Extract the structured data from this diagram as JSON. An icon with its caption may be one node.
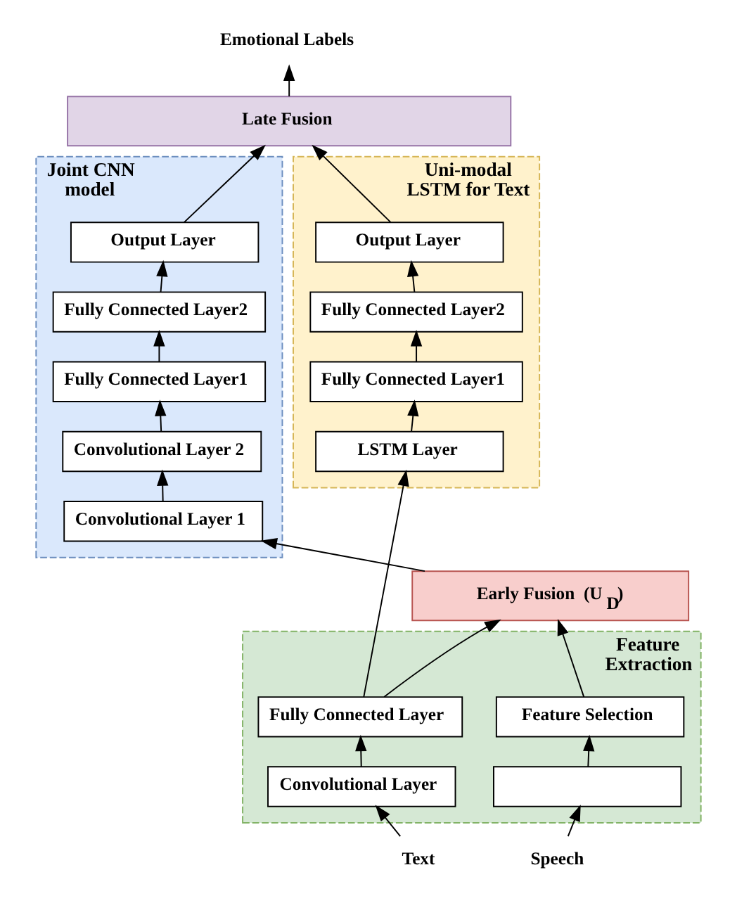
{
  "diagram": {
    "nodes": [
      {
        "text": [
          "Emotional Labels"
        ]
      },
      {
        "text": [
          "Late Fusion"
        ]
      },
      {
        "text": [
          "Uni-modal LSTM for Text"
        ]
      },
      {
        "text": [
          "Output Layer"
        ],
        "in": 2
      },
      {
        "text": [
          "Fully Connected Layer2"
        ],
        "in": 2
      },
      {
        "text": [
          "Fully Connected Layer1"
        ],
        "in": 2
      },
      {
        "text": [
          "LSTM Layer"
        ],
        "in": 2
      },
      {
        "text": [
          "Joint CNN model"
        ]
      },
      {
        "text": [
          "Output Layer"
        ],
        "in": 7
      },
      {
        "text": [
          "Fully Connected Layer2"
        ],
        "in": 7
      },
      {
        "text": [
          "Fully Connected Layer1"
        ],
        "in": 7
      },
      {
        "text": [
          "Convolutional Layer 2"
        ],
        "in": 7
      },
      {
        "text": [
          "Convolutional Layer 1"
        ],
        "in": 7
      },
      {
        "text": [
          "Early Fusion  (U$_{D}$)"
        ]
      },
      {
        "text": [
          "Feature Extraction"
        ]
      },
      {
        "text": [
          "Fully Connected Layer"
        ],
        "in": 14
      },
      {
        "text": [
          "Feature Selection"
        ],
        "in": 14
      },
      {
        "text": [
          "Convolutional Layer"
        ],
        "in": 14
      },
      {
        "text": [],
        "shape": "box",
        "in": 14
      },
      {
        "text": [
          "Text"
        ]
      },
      {
        "text": [
          "Speech"
        ]
      }
    ],
    "edges": [
      {
        "from": 1,
        "to": 0,
        "arrow": "to"
      },
      {
        "from": 3,
        "to": 1,
        "arrow": "to"
      },
      {
        "from": 8,
        "to": 1,
        "arrow": "to"
      },
      {
        "from": 4,
        "to": 3,
        "arrow": "to"
      },
      {
        "from": 5,
        "to": 4,
        "arrow": "to"
      },
      {
        "from": 6,
        "to": 5,
        "arrow": "to"
      },
      {
        "from": 9,
        "to": 8,
        "arrow": "to"
      },
      {
        "from": 10,
        "to": 9,
        "arrow": "to"
      },
      {
        "from": 11,
        "to": 10,
        "arrow": "to"
      },
      {
        "from": 12,
        "to": 11,
        "arrow": "to"
      },
      {
        "from": 13,
        "to": 12,
        "arrow": "to"
      },
      {
        "from": 15,
        "to": 6,
        "arrow": "to"
      },
      {
        "from": 15,
        "to": 13,
        "arrow": "to"
      },
      {
        "from": 16,
        "to": 13,
        "arrow": "to"
      },
      {
        "from": 17,
        "to": 15,
        "arrow": "to"
      },
      {
        "from": 18,
        "to": 16,
        "arrow": "to"
      },
      {
        "from": 19,
        "to": 17,
        "arrow": "to"
      },
      {
        "from": 20,
        "to": 18,
        "arrow": "to"
      }
    ]
  }
}
